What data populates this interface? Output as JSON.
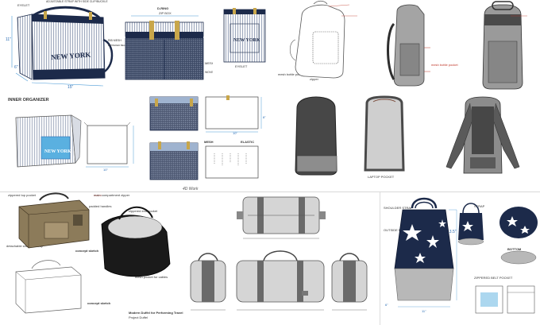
{
  "colors": {
    "navy": "#1c2a4a",
    "pinstripe_bg": "#f4f6f8",
    "dim_line": "#4a9ad6",
    "grey_bag": "#8f8f8f",
    "dark_grey": "#4a4a4a",
    "khaki": "#8c7b5a",
    "red_callout": "#c0392b"
  },
  "tote_panel": {
    "top_label": "ADJUSTABLE STRAP WITH SIDE CLIP/BUCKLE",
    "eyelet_label": "EYELET",
    "height_dim": "11\"",
    "depth_dim": "6\"",
    "width_dim": "15\"",
    "logo": "NEW YORK",
    "inner_organizer_label": "INNER ORGANIZER",
    "inner_width_dim": "10\""
  },
  "front_view": {
    "d_ring_label": "D-RING",
    "zip_label": "ZIP BOX",
    "rib_mesh_label": "RIB MESH",
    "zippered_pocket_label": "ZIPPERED BELT POCKET",
    "mesh_label": "MESH",
    "woven_label": "WOVEN LABEL",
    "eyelet_label": "EYELET",
    "logo": "NEW YORK"
  },
  "pouch_panel": {
    "mesh_label": "MESH",
    "elastic_label": "ELASTIC",
    "dim_a": "8\"",
    "dim_b": "10\""
  },
  "backpack_sketch": {
    "mesh_pocket_label": "mesh bottle pocket",
    "zipper_label": "zipper"
  },
  "backpack_colour": {
    "mesh_pocket_label": "mesh bottle pocket",
    "laptop_label": "LAPTOP POCKET"
  },
  "caption": "4D Work",
  "duffel_concept": {
    "labels": [
      "zippered top pocket",
      "main compartment zipper",
      "padded handles",
      "zippered end pocket",
      "concept sketch",
      "detachable shoulder strap",
      "mesh pocket for cables",
      "concept sketch"
    ],
    "footer_title": "Modern Duffel for Performing Travel",
    "footer_sub": "Project Duffel"
  },
  "tote_right": {
    "main_label": "SHOULDER STRAP",
    "pouch_label": "OUTSIDE POCKET",
    "height_dim": "13.5\"",
    "width_dim": "11\"",
    "depth_dim": "6\"",
    "bottom_label": "BOTTOM",
    "zip_pocket_label": "ZIPPERED BELT POCKET",
    "strap_label": "STRAP"
  }
}
